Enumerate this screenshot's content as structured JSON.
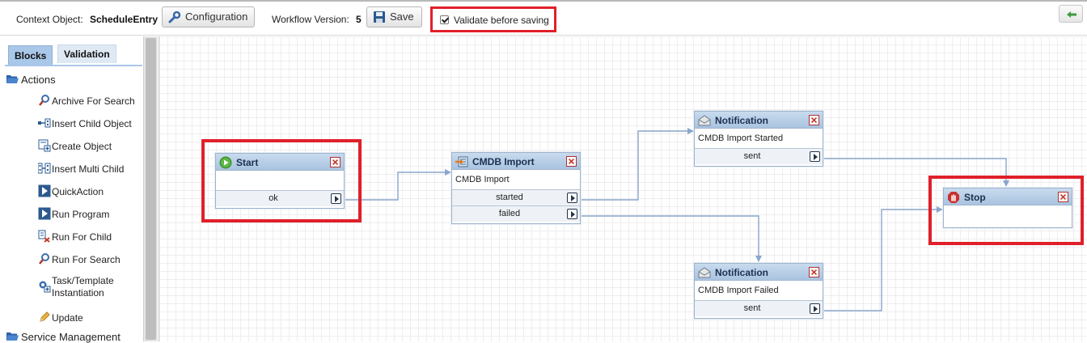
{
  "toolbar": {
    "context_label": "Context Object:",
    "context_value": "ScheduleEntry",
    "configuration_label": "Configuration",
    "workflow_label": "Workflow Version:",
    "workflow_value": "5",
    "save_label": "Save",
    "validate_label": "Validate before saving",
    "validate_checked": true
  },
  "left_panel": {
    "tabs": [
      "Blocks",
      "Validation"
    ],
    "active_tab": "Blocks",
    "folders": [
      "Actions",
      "Service Management"
    ],
    "items": [
      {
        "label": "Archive For Search",
        "icon": "archive-search-icon"
      },
      {
        "label": "Insert Child Object",
        "icon": "insert-child-icon"
      },
      {
        "label": "Create Object",
        "icon": "create-object-icon"
      },
      {
        "label": "Insert Multi Child",
        "icon": "insert-multi-child-icon"
      },
      {
        "label": "QuickAction",
        "icon": "quick-action-icon"
      },
      {
        "label": "Run Program",
        "icon": "run-program-icon"
      },
      {
        "label": "Run For Child",
        "icon": "run-for-child-icon"
      },
      {
        "label": "Run For Search",
        "icon": "run-for-search-icon"
      },
      {
        "label": "Task/Template",
        "label2": "Instantiation",
        "icon": "task-template-icon"
      },
      {
        "label": "Update",
        "icon": "pencil-icon"
      }
    ]
  },
  "blocks": {
    "start": {
      "title": "Start",
      "body": "",
      "outputs": [
        "ok"
      ]
    },
    "cmdb": {
      "title": "CMDB Import",
      "body": "CMDB Import",
      "outputs": [
        "started",
        "failed"
      ]
    },
    "notify_started": {
      "title": "Notification",
      "body": "CMDB Import Started",
      "outputs": [
        "sent"
      ]
    },
    "notify_failed": {
      "title": "Notification",
      "body": "CMDB Import Failed",
      "outputs": [
        "sent"
      ]
    },
    "stop": {
      "title": "Stop",
      "body": "",
      "outputs": []
    }
  },
  "colors": {
    "highlight": "#e0202a",
    "block_header": "#a9c3e0",
    "wire": "#8aa6cc",
    "tab_active": "#a9c7e8"
  }
}
